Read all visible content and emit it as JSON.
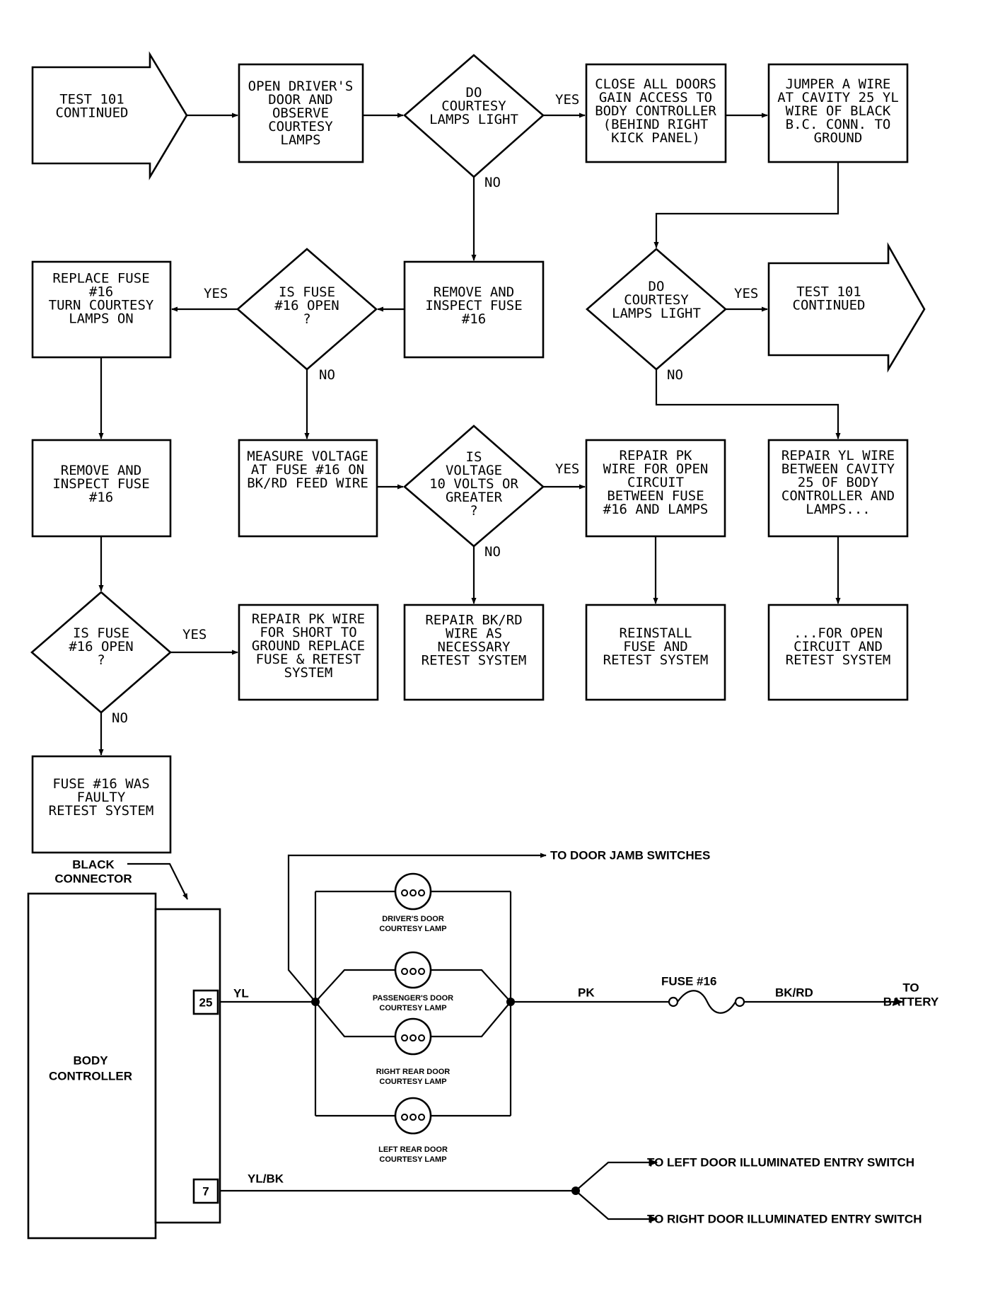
{
  "flowchart": {
    "start_test": [
      "TEST 101",
      "CONTINUED"
    ],
    "open_door": [
      "OPEN DRIVER'S",
      "DOOR AND",
      "OBSERVE",
      "COURTESY",
      "LAMPS"
    ],
    "d1": [
      "DO",
      "COURTESY",
      "LAMPS LIGHT"
    ],
    "close_doors": [
      "CLOSE ALL DOORS",
      "GAIN ACCESS TO",
      "BODY CONTROLLER",
      "(BEHIND RIGHT",
      "KICK PANEL)"
    ],
    "jumper": [
      "JUMPER A WIRE",
      "AT CAVITY 25 YL",
      "WIRE OF BLACK",
      "B.C. CONN. TO",
      "GROUND"
    ],
    "d2": [
      "DO",
      "COURTESY",
      "LAMPS LIGHT"
    ],
    "end_test": [
      "TEST 101",
      "CONTINUED"
    ],
    "remove_inspect_1": [
      "REMOVE AND",
      "INSPECT FUSE",
      "#16"
    ],
    "d3": [
      "IS FUSE",
      "#16 OPEN",
      "?"
    ],
    "replace_fuse": [
      "REPLACE FUSE",
      "#16",
      "TURN COURTESY",
      "LAMPS ON"
    ],
    "remove_inspect_2": [
      "REMOVE AND",
      "INSPECT FUSE",
      "#16"
    ],
    "measure_voltage": [
      "MEASURE VOLTAGE",
      "AT FUSE #16 ON",
      "BK/RD FEED WIRE"
    ],
    "d4": [
      "IS",
      "VOLTAGE",
      "10 VOLTS OR",
      "GREATER",
      "?"
    ],
    "repair_pk_open": [
      "REPAIR PK",
      "WIRE FOR OPEN",
      "CIRCUIT",
      "BETWEEN FUSE",
      "#16 AND LAMPS"
    ],
    "repair_yl": [
      "REPAIR YL WIRE",
      "BETWEEN CAVITY",
      "25 OF BODY",
      "CONTROLLER AND",
      "LAMPS..."
    ],
    "d5": [
      "IS FUSE",
      "#16 OPEN",
      "?"
    ],
    "repair_pk_short": [
      "REPAIR PK WIRE",
      "FOR SHORT TO",
      "GROUND REPLACE",
      "FUSE & RETEST",
      "SYSTEM"
    ],
    "repair_bkrd": [
      "REPAIR BK/RD",
      "WIRE AS",
      "NECESSARY",
      "RETEST SYSTEM"
    ],
    "reinstall": [
      "REINSTALL",
      "FUSE AND",
      "RETEST SYSTEM"
    ],
    "for_open": [
      "...FOR OPEN",
      "CIRCUIT AND",
      "RETEST SYSTEM"
    ],
    "fuse_faulty": [
      "FUSE #16 WAS",
      "FAULTY",
      "RETEST SYSTEM"
    ],
    "yes": "YES",
    "no": "NO"
  },
  "schematic": {
    "black_connector": [
      "BLACK",
      "CONNECTOR"
    ],
    "body_controller": [
      "BODY",
      "CONTROLLER"
    ],
    "pin_25": "25",
    "pin_7": "7",
    "wire_yl": "YL",
    "wire_pk": "PK",
    "fuse_label": "FUSE #16",
    "wire_bkrd": "BK/RD",
    "to_battery": [
      "TO",
      "BATTERY"
    ],
    "to_door_jamb": "TO DOOR JAMB SWITCHES",
    "wire_ylbk": "YL/BK",
    "to_left_door": "TO LEFT DOOR ILLUMINATED ENTRY SWITCH",
    "to_right_door": "TO RIGHT DOOR ILLUMINATED ENTRY SWITCH",
    "lamp_driver": [
      "DRIVER'S DOOR",
      "COURTESY LAMP"
    ],
    "lamp_passenger": [
      "PASSENGER'S DOOR",
      "COURTESY LAMP"
    ],
    "lamp_right_rear": [
      "RIGHT REAR DOOR",
      "COURTESY LAMP"
    ],
    "lamp_left_rear": [
      "LEFT REAR DOOR",
      "COURTESY LAMP"
    ]
  }
}
